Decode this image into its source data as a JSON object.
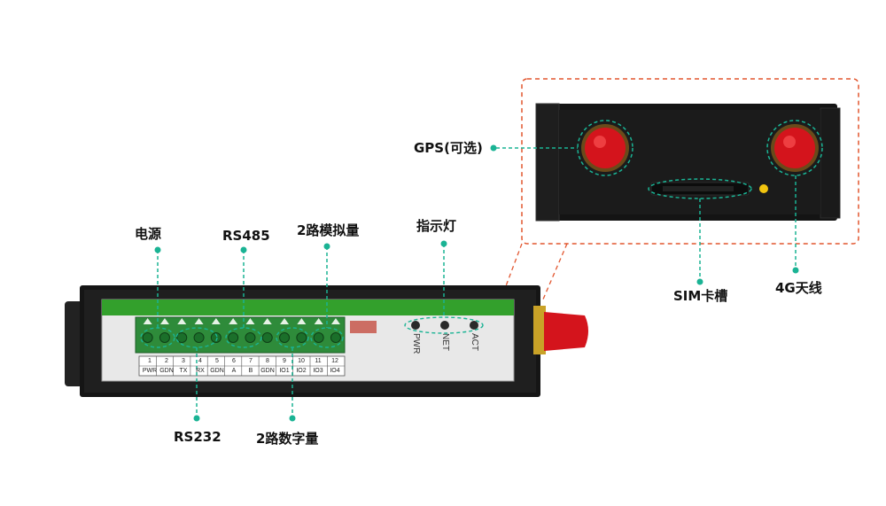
{
  "callouts": {
    "power": "电源",
    "rs485": "RS485",
    "analog": "2路模拟量",
    "indicator": "指示灯",
    "rs232": "RS232",
    "digital": "2路数字量",
    "gps": "GPS(可选)",
    "sim": "SIM卡槽",
    "antenna4g": "4G天线"
  },
  "terminals": {
    "numbers": [
      "1",
      "2",
      "3",
      "4",
      "5",
      "6",
      "7",
      "8",
      "9",
      "10",
      "11",
      "12"
    ],
    "names": [
      "PWR",
      "GDN",
      "TX",
      "RX",
      "GDN",
      "A",
      "B",
      "GDN",
      "IO1",
      "IO2",
      "IO3",
      "IO4"
    ]
  },
  "leds": [
    "PWR",
    "NET",
    "ACT"
  ],
  "colors": {
    "callout_line": "#1ab394",
    "accent_dashed": "#e2562f",
    "device_body": "#1c1c1c",
    "panel_green": "#33a02c",
    "antenna_red": "#e0141e"
  }
}
